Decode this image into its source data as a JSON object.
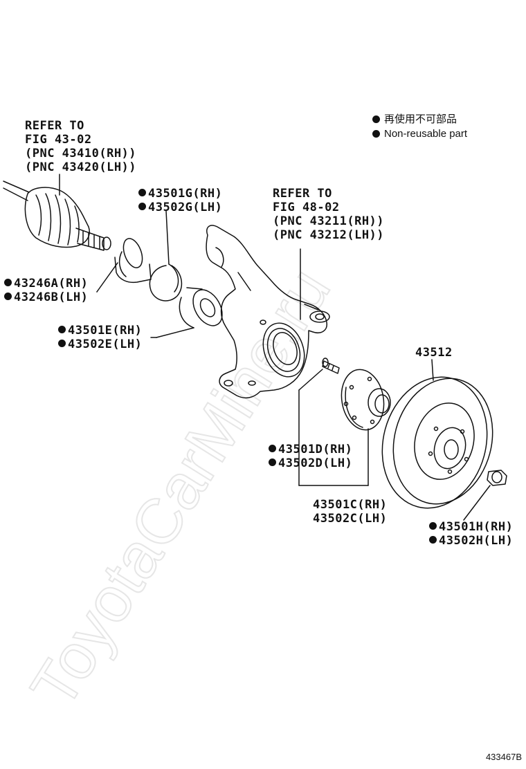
{
  "watermark": "ToyotaCarMine.ru",
  "legend": {
    "line1": "再使用不可部品",
    "line2": "Non-reusable part"
  },
  "figure_id": "433467B",
  "refs": {
    "driveshaft": {
      "l1": "REFER TO",
      "l2": "FIG 43-02",
      "l3": "(PNC 43410(RH))",
      "l4": "(PNC 43420(LH))"
    },
    "knuckle": {
      "l1": "REFER TO",
      "l2": "FIG 48-02",
      "l3": "(PNC 43211(RH))",
      "l4": "(PNC 43212(LH))"
    }
  },
  "parts": {
    "p43501G": "43501G(RH)",
    "p43502G": "43502G(LH)",
    "p43246A": "43246A(RH)",
    "p43246B": "43246B(LH)",
    "p43501E": "43501E(RH)",
    "p43502E": "43502E(LH)",
    "p43512": "43512",
    "p43501D": "43501D(RH)",
    "p43502D": "43502D(LH)",
    "p43501C": "43501C(RH)",
    "p43502C": "43502C(LH)",
    "p43501H": "43501H(RH)",
    "p43502H": "43502H(LH)"
  }
}
